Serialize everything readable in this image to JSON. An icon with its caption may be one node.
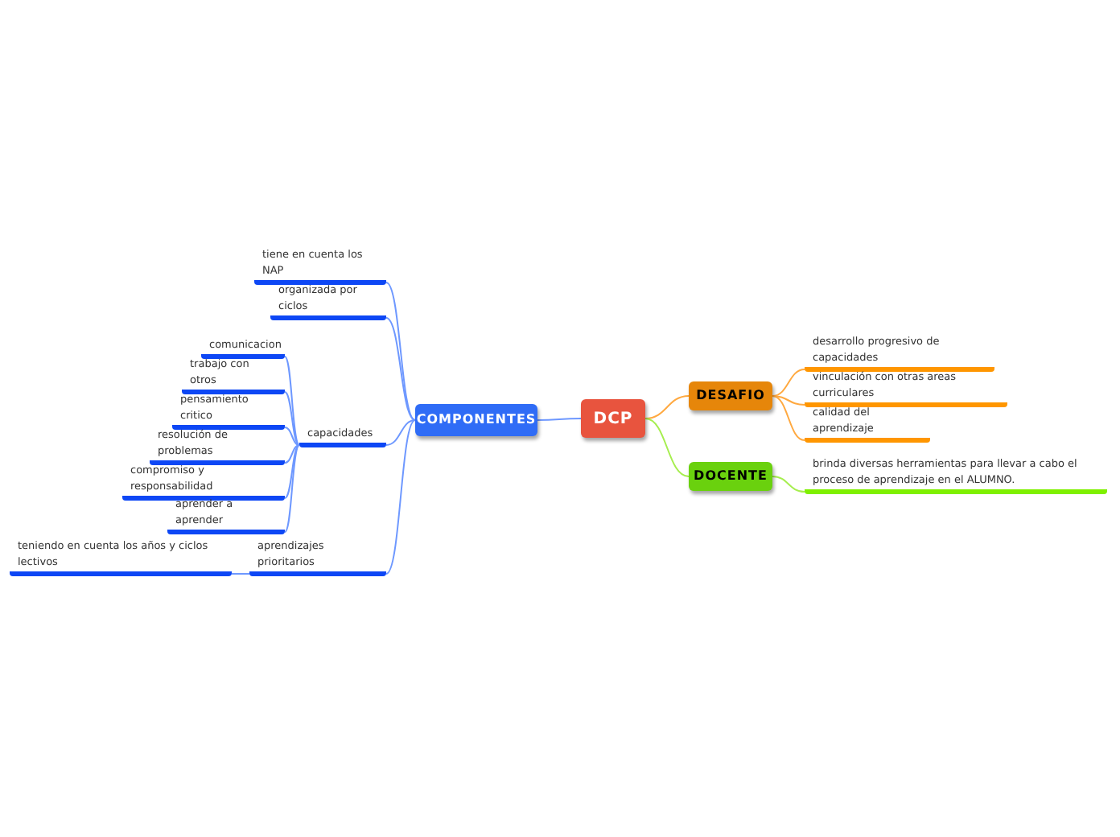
{
  "diagram": {
    "nodes": [
      {
        "text": [
          "DCP"
        ]
      },
      {
        "text": [
          "COMPONENTES"
        ]
      },
      {
        "text": [
          "DESAFIO"
        ]
      },
      {
        "text": [
          "DOCENTE"
        ]
      },
      {
        "text": [
          "tiene en cuenta los NAP"
        ]
      },
      {
        "text": [
          "organizada por ciclos"
        ]
      },
      {
        "text": [
          "capacidades"
        ]
      },
      {
        "text": [
          "comunicacion"
        ]
      },
      {
        "text": [
          "trabajo con otros"
        ]
      },
      {
        "text": [
          "pensamiento critico"
        ]
      },
      {
        "text": [
          "resolución de problemas"
        ]
      },
      {
        "text": [
          "compromiso y responsabilidad"
        ]
      },
      {
        "text": [
          "aprender a aprender"
        ]
      },
      {
        "text": [
          "aprendizajes prioritarios"
        ]
      },
      {
        "text": [
          "teniendo en cuenta los años y ciclos lectivos"
        ]
      },
      {
        "text": [
          "desarrollo progresivo de capacidades"
        ]
      },
      {
        "text": [
          "vinculación con otras areas curriculares"
        ]
      },
      {
        "text": [
          "calidad del aprendizaje"
        ]
      },
      {
        "text": [
          "brinda diversas herramientas para llevar a cabo el proceso de aprendizaje en el ALUMNO."
        ]
      }
    ],
    "edges": [
      {
        "from": 0,
        "to": 1,
        "arrow": "none"
      },
      {
        "from": 0,
        "to": 2,
        "arrow": "none",
        "color": "#ffa940"
      },
      {
        "from": 0,
        "to": 3,
        "arrow": "none",
        "color": "#a6ee4f"
      },
      {
        "from": 1,
        "to": 4,
        "arrow": "none"
      },
      {
        "from": 1,
        "to": 5,
        "arrow": "none"
      },
      {
        "from": 1,
        "to": 6,
        "arrow": "none"
      },
      {
        "from": 1,
        "to": 13,
        "arrow": "none"
      },
      {
        "from": 6,
        "to": 7,
        "arrow": "none"
      },
      {
        "from": 6,
        "to": 8,
        "arrow": "none"
      },
      {
        "from": 6,
        "to": 9,
        "arrow": "none"
      },
      {
        "from": 6,
        "to": 10,
        "arrow": "none"
      },
      {
        "from": 6,
        "to": 11,
        "arrow": "none"
      },
      {
        "from": 6,
        "to": 12,
        "arrow": "none"
      },
      {
        "from": 13,
        "to": 14,
        "arrow": "none"
      },
      {
        "from": 2,
        "to": 15,
        "arrow": "none",
        "color": "#ffa940"
      },
      {
        "from": 2,
        "to": 16,
        "arrow": "none",
        "color": "#ffa940"
      },
      {
        "from": 2,
        "to": 17,
        "arrow": "none",
        "color": "#ffa940"
      },
      {
        "from": 3,
        "to": 18,
        "arrow": "none",
        "color": "#a6ee4f"
      }
    ]
  }
}
